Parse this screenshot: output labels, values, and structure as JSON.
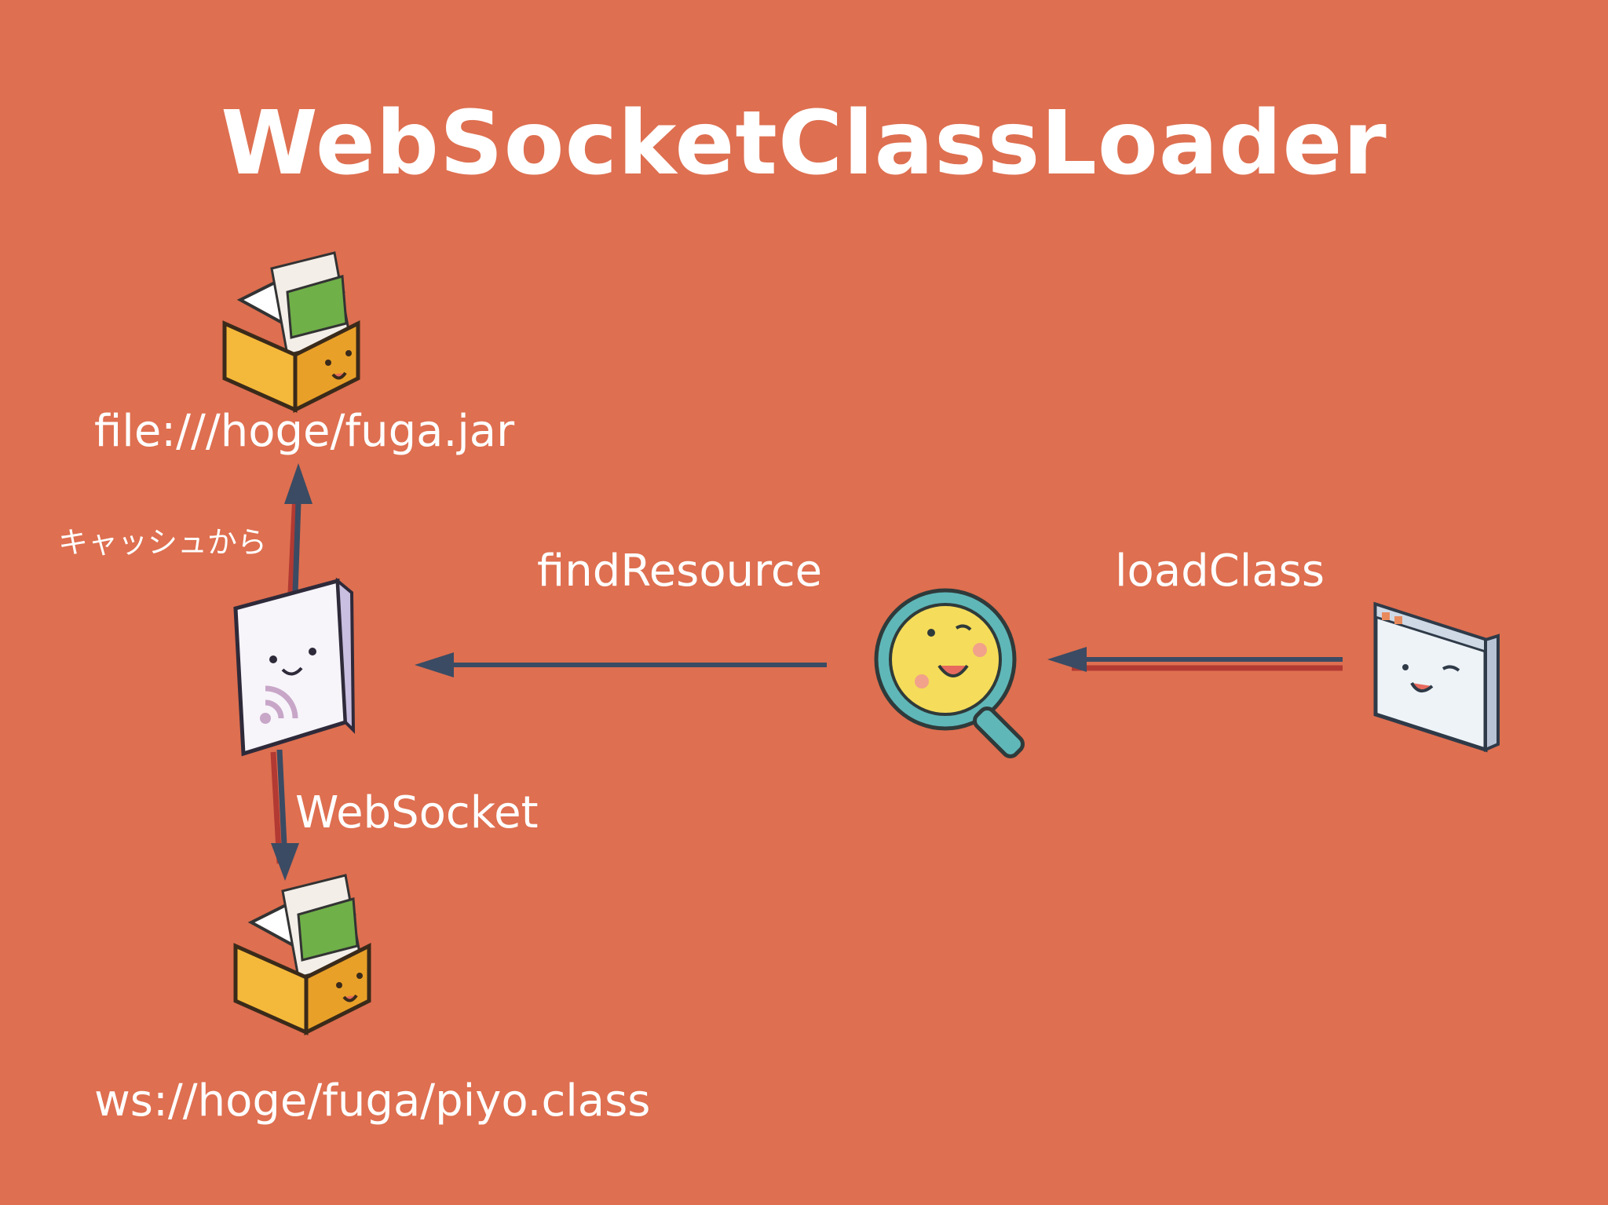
{
  "slide": {
    "title": "WebSocketClassLoader"
  },
  "labels": {
    "jar_path": "file:///hoge/fuga.jar",
    "cache": "キャッシュから",
    "find_resource": "findResource",
    "load_class": "loadClass",
    "websocket": "WebSocket",
    "ws_path": "ws://hoge/fuga/piyo.class"
  },
  "icons": {
    "top_box": "box-with-files-icon",
    "bottom_box": "box-with-files-icon",
    "websocket_device": "websocket-device-icon",
    "magnifier": "magnifier-icon",
    "window": "window-icon"
  },
  "colors": {
    "background": "#de6f50",
    "arrow": "#3b4b63",
    "arrow_shadow": "#b23a33",
    "text": "#ffffff"
  }
}
